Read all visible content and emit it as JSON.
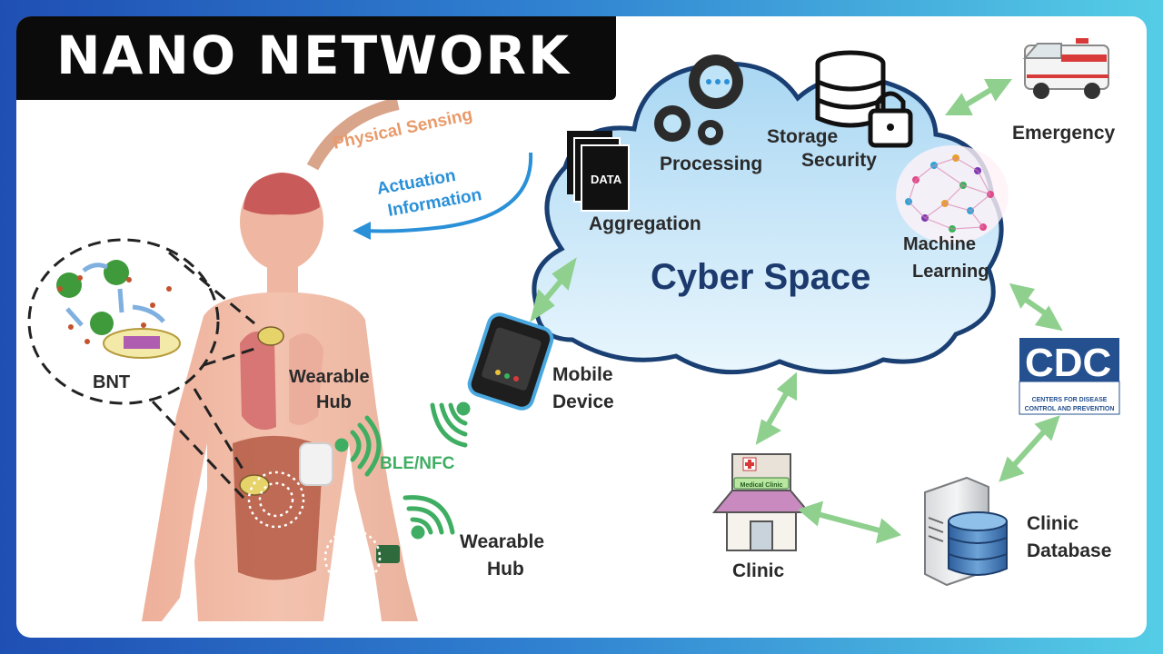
{
  "title": "NANO NETWORK",
  "body": {
    "physical_sensing": "Physical Sensing",
    "actuation_line1": "Actuation",
    "actuation_line2": "Information",
    "bnt": "BNT",
    "wearable_hub_1_line1": "Wearable",
    "wearable_hub_1_line2": "Hub",
    "ble_nfc": "BLE/NFC",
    "wearable_hub_2_line1": "Wearable",
    "wearable_hub_2_line2": "Hub"
  },
  "mobile": {
    "line1": "Mobile",
    "line2": "Device"
  },
  "cloud": {
    "title": "Cyber Space",
    "data_doc": "DATA",
    "aggregation": "Aggregation",
    "processing": "Processing",
    "storage": "Storage",
    "security": "Security",
    "machine": "Machine",
    "learning": "Learning"
  },
  "emergency": "Emergency",
  "cdc": {
    "logo": "CDC",
    "line1": "CENTERS FOR DISEASE",
    "line2": "CONTROL AND PREVENTION"
  },
  "clinic": {
    "label": "Clinic",
    "sign": "Medical Clinic"
  },
  "clinic_database": {
    "line1": "Clinic",
    "line2": "Database"
  },
  "colors": {
    "arrow_green": "#8fd08f",
    "signal_green": "#3fae63",
    "cloud_fill": "#bfe3f7",
    "cloud_stroke": "#1a3f73",
    "title_text": "#1c3a6e",
    "sensing": "#e89a6a",
    "actuation": "#2a90d8",
    "skin": "#f1b9a3",
    "organ": "#b94a4a"
  }
}
